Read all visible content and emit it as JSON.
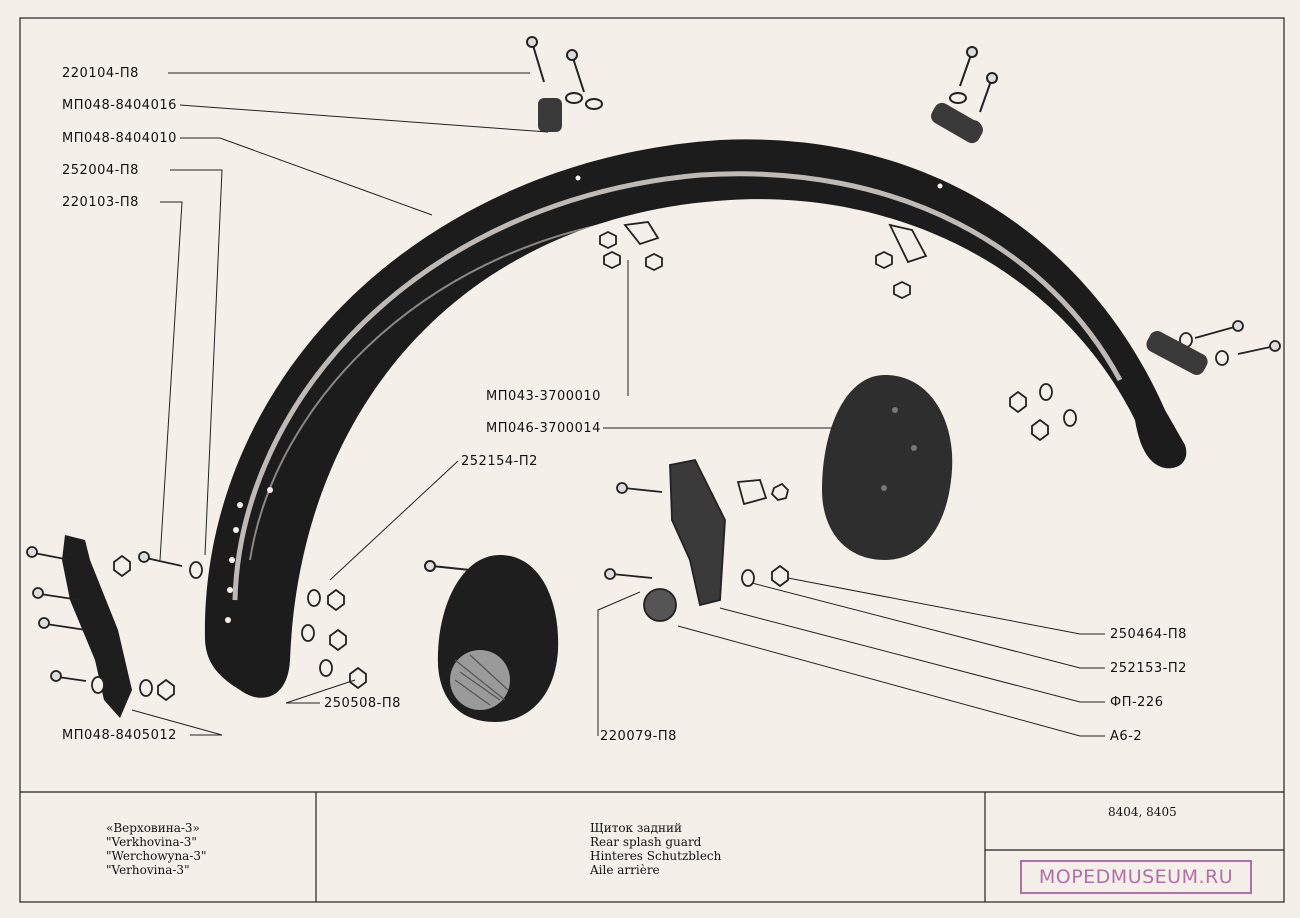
{
  "callouts": {
    "c1": "220104-П8",
    "c2": "МП048-8404016",
    "c3": "МП048-8404010",
    "c4": "252004-П8",
    "c5": "220103-П8",
    "c6": "МП043-3700010",
    "c7": "МП046-3700014",
    "c8": "252154-П2",
    "c9": "250508-П8",
    "c10": "МП048-8405012",
    "c11": "220079-П8",
    "c12": "250464-П8",
    "c13": "252153-П2",
    "c14": "ФП-226",
    "c15": "А6-2"
  },
  "title_block": {
    "model": [
      "«Верховина-3»",
      "\"Verkhovina-3\"",
      "\"Werchowyna-3\"",
      "\"Verhovina-3\""
    ],
    "part_name": [
      "Щиток задний",
      "Rear splash guard",
      "Hinteres Schutzblech",
      "Aile arrière"
    ],
    "sheet_numbers": "8404, 8405"
  },
  "watermark": "MOPEDMUSEUM.RU"
}
